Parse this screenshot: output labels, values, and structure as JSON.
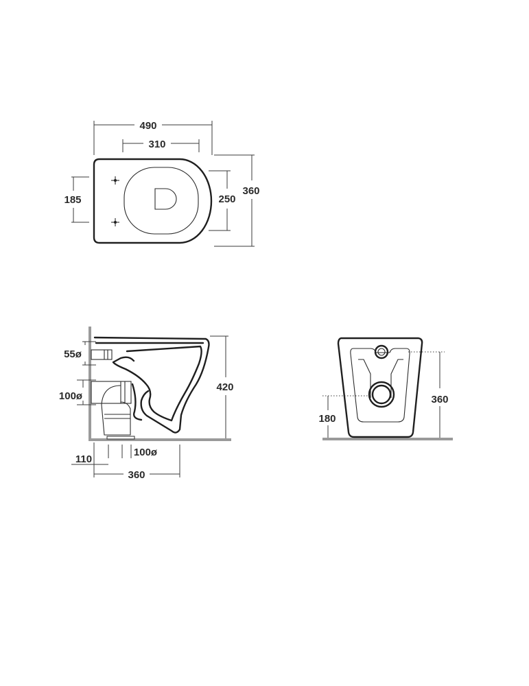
{
  "top_view": {
    "overall_length": "490",
    "fixing_spacing": "310",
    "fixing_height": "185",
    "bowl_width": "250",
    "overall_width": "360"
  },
  "side_view": {
    "inlet_diameter": "55ø",
    "outlet_diameter": "100ø",
    "height": "420",
    "floor_outlet_offset": "110",
    "floor_outlet_diameter": "100ø",
    "floor_depth": "360"
  },
  "back_view": {
    "outlet_height": "180",
    "inlet_height": "360"
  }
}
